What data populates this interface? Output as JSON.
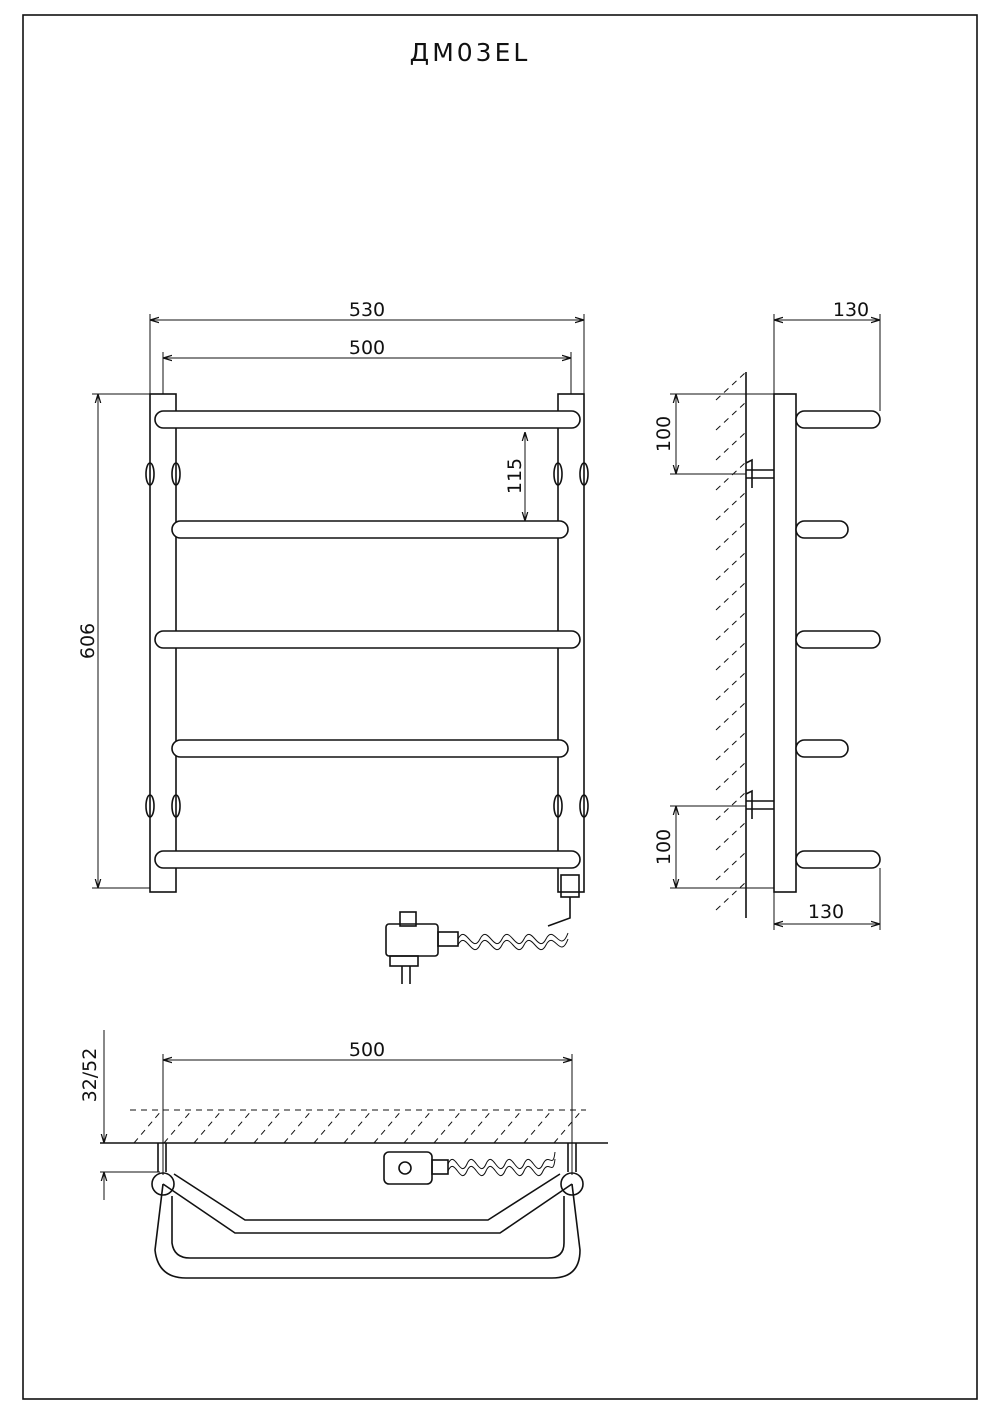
{
  "title": "ДМ03EL",
  "front_view": {
    "dim_width_total": "530",
    "dim_width_axis": "500",
    "dim_height": "606",
    "dim_bar_spacing": "115"
  },
  "side_view": {
    "dim_depth_top": "130",
    "dim_depth_bottom": "130",
    "dim_mount_top": "100",
    "dim_mount_bottom": "100"
  },
  "top_view": {
    "dim_axis": "500",
    "dim_wall_offset": "32/52"
  },
  "colors": {
    "line": "#111111",
    "background": "#ffffff"
  }
}
